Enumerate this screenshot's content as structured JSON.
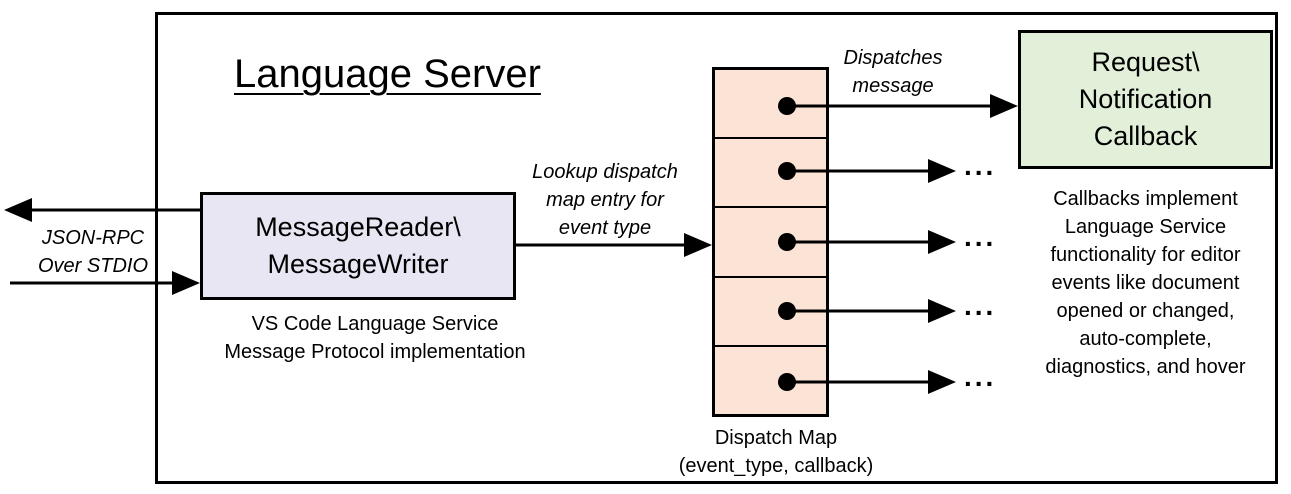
{
  "diagram": {
    "title": "Language Server",
    "reader_box": {
      "lines": [
        "MessageReader\\",
        "MessageWriter"
      ]
    },
    "callback_box": {
      "lines": [
        "Request\\",
        "Notification",
        "Callback"
      ]
    },
    "json_rpc_label": [
      "JSON-RPC",
      "Over STDIO"
    ],
    "protocol_label": [
      "VS Code Language Service",
      "Message Protocol implementation"
    ],
    "lookup_label": [
      "Lookup dispatch",
      "map entry for",
      "event type"
    ],
    "dispatches_label": [
      "Dispatches",
      "message"
    ],
    "dispatch_map_label": [
      "Dispatch Map",
      "(event_type, callback)"
    ],
    "callbacks_desc": [
      "Callbacks implement",
      "Language Service",
      "functionality for editor",
      "events like document",
      "opened or changed,",
      "auto-complete,",
      "diagnostics, and hover"
    ],
    "ellipsis": "..."
  }
}
